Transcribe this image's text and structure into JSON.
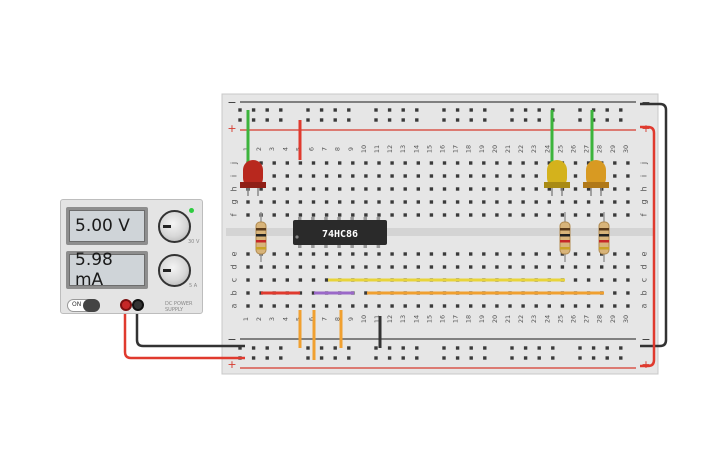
{
  "power_supply": {
    "voltage_reading": "5.00 V",
    "current_reading": "5.98 mA",
    "switch_label": "ON",
    "model_text": "DC POWER SUPPLY",
    "voltage_max": "30 V",
    "current_max": "5 A"
  },
  "breadboard": {
    "rail_minus": "−",
    "rail_plus": "+",
    "column_numbers": [
      "1",
      "2",
      "3",
      "4",
      "5",
      "6",
      "7",
      "8",
      "9",
      "10",
      "11",
      "12",
      "13",
      "14",
      "15",
      "16",
      "17",
      "18",
      "19",
      "20",
      "21",
      "22",
      "23",
      "24",
      "25",
      "26",
      "27",
      "28",
      "29",
      "30"
    ],
    "row_letters_top": [
      "j",
      "i",
      "h",
      "g",
      "f"
    ],
    "row_letters_bottom": [
      "e",
      "d",
      "c",
      "b",
      "a"
    ]
  },
  "chip": {
    "label": "74HC86"
  },
  "leds": [
    {
      "color": "red",
      "hex": "#b8281e"
    },
    {
      "color": "yellow",
      "hex": "#d4b21c"
    },
    {
      "color": "orange",
      "hex": "#d89a22"
    }
  ],
  "wire_colors": {
    "red": "#e03a2e",
    "black": "#333333",
    "green": "#3cb43c",
    "yellow": "#e8d43a",
    "orange": "#f0a030",
    "purple": "#9a68c8"
  }
}
